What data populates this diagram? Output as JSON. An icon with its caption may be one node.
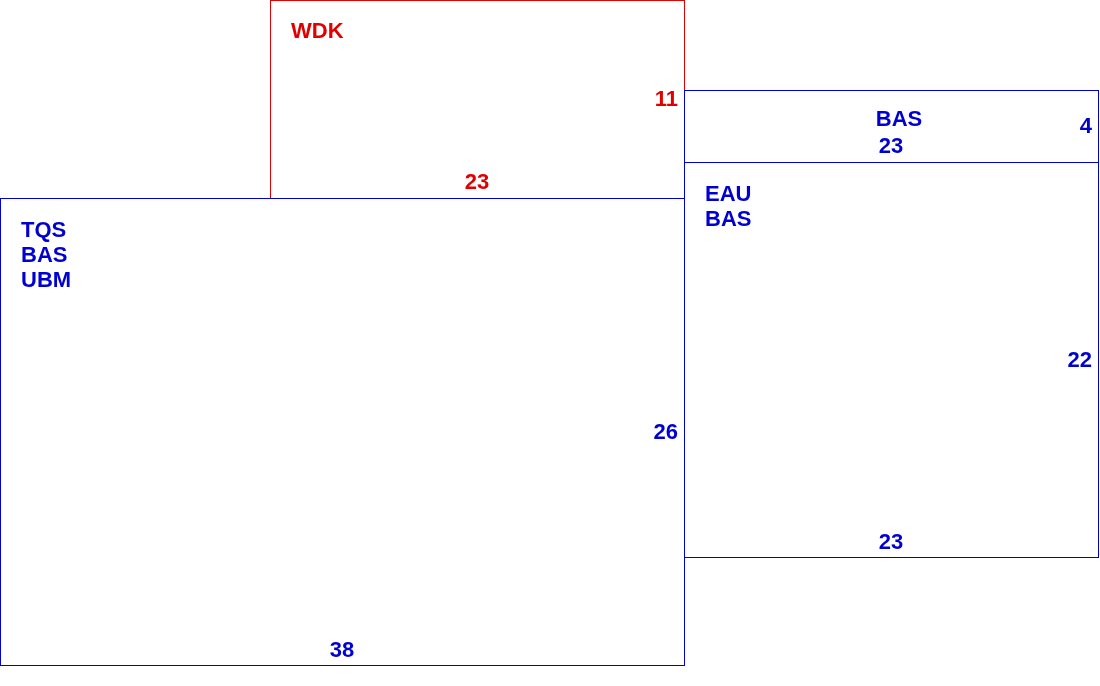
{
  "diagram": {
    "nodes": [
      {
        "text": [
          "WDK",
          "11",
          "23"
        ]
      },
      {
        "text": [
          "BAS",
          "23",
          "4"
        ]
      },
      {
        "text": [
          "EAU",
          "BAS",
          "22",
          "23"
        ]
      },
      {
        "text": [
          "TQS",
          "BAS",
          "UBM",
          "26",
          "38"
        ]
      }
    ]
  }
}
